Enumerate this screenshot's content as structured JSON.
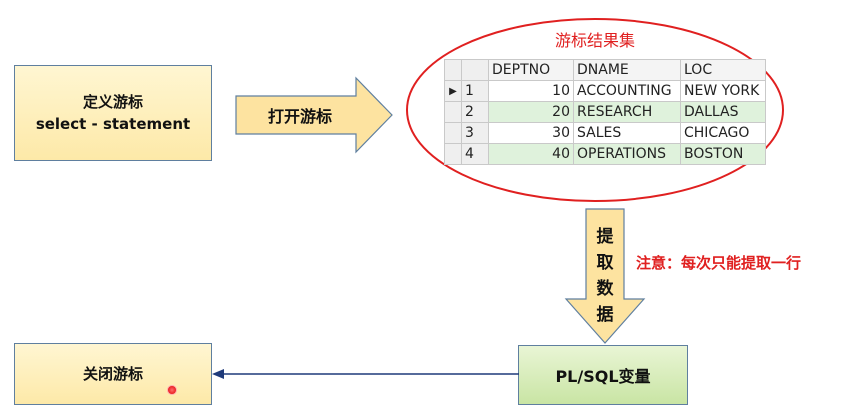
{
  "boxes": {
    "define_line1": "定义游标",
    "define_line2": "select - statement",
    "close": "关闭游标",
    "plsql": "PL/SQL变量"
  },
  "arrows": {
    "open": "打开游标",
    "fetch": "提取数据"
  },
  "note": "注意：每次只能提取一行",
  "result_set": {
    "title": "游标结果集",
    "columns": [
      "DEPTNO",
      "DNAME",
      "LOC"
    ],
    "rows": [
      {
        "num": "1",
        "deptno": "10",
        "dname": "ACCOUNTING",
        "loc": "NEW YORK"
      },
      {
        "num": "2",
        "deptno": "20",
        "dname": "RESEARCH",
        "loc": "DALLAS"
      },
      {
        "num": "3",
        "deptno": "30",
        "dname": "SALES",
        "loc": "CHICAGO"
      },
      {
        "num": "4",
        "deptno": "40",
        "dname": "OPERATIONS",
        "loc": "BOSTON"
      }
    ]
  },
  "colors": {
    "ellipse": "#e02020",
    "arrow_fill": "#fde3a0",
    "connector": "#1f3a7a"
  }
}
